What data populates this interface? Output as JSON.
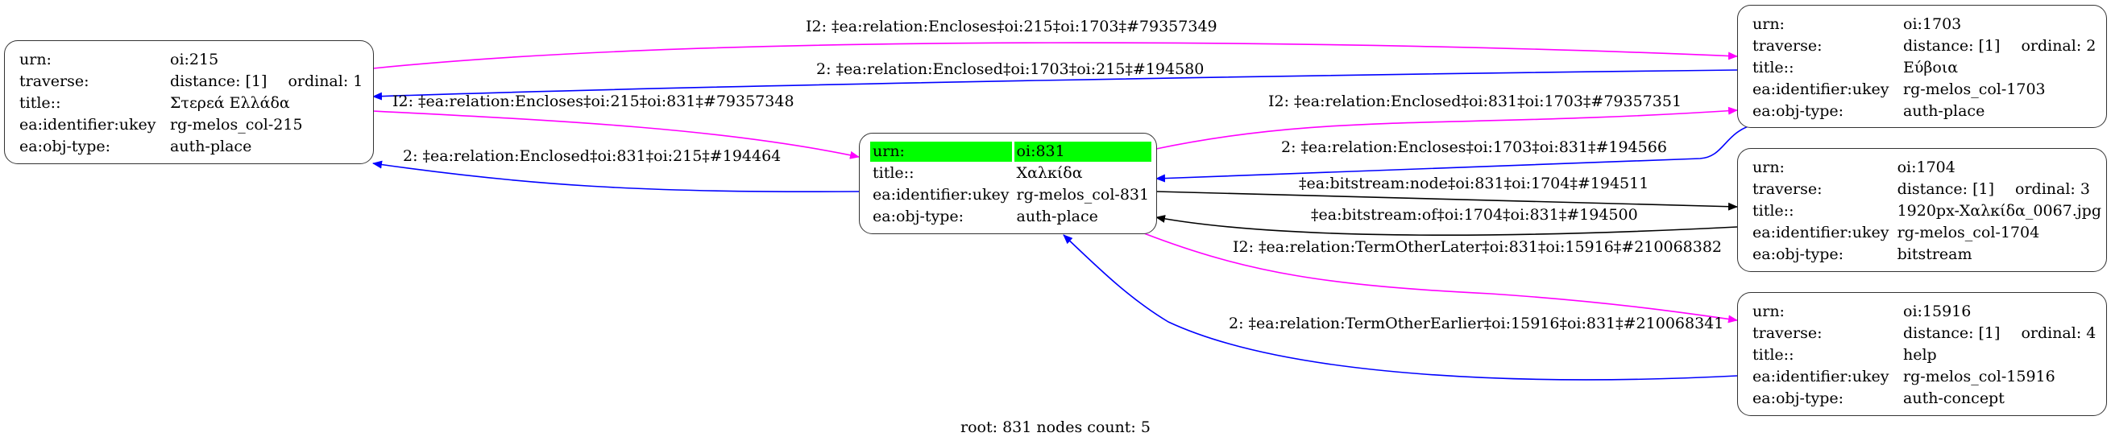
{
  "graph": {
    "footer": "root: 831 nodes count: 5",
    "colors": {
      "magenta": "#ff00ff",
      "blue": "#0000ff",
      "black": "#000000",
      "highlight": "#00ff00",
      "border": "#333333"
    },
    "nodes": {
      "n215": {
        "urn_key": "urn:",
        "urn": "oi:215",
        "traverse_key": "traverse:",
        "distance": "distance: [1]",
        "ordinal": "ordinal: 1",
        "title_key": "title::",
        "title": "Στερεά Ελλάδα",
        "ukey_key": "ea:identifier:ukey",
        "ukey": "rg-melos_col-215",
        "type_key": "ea:obj-type:",
        "type": "auth-place"
      },
      "n831": {
        "urn_key": "urn:",
        "urn": "oi:831",
        "title_key": "title::",
        "title": "Χαλκίδα",
        "ukey_key": "ea:identifier:ukey",
        "ukey": "rg-melos_col-831",
        "type_key": "ea:obj-type:",
        "type": "auth-place"
      },
      "n1703": {
        "urn_key": "urn:",
        "urn": "oi:1703",
        "traverse_key": "traverse:",
        "distance": "distance: [1]",
        "ordinal": "ordinal: 2",
        "title_key": "title::",
        "title": "Εύβοια",
        "ukey_key": "ea:identifier:ukey",
        "ukey": "rg-melos_col-1703",
        "type_key": "ea:obj-type:",
        "type": "auth-place"
      },
      "n1704": {
        "urn_key": "urn:",
        "urn": "oi:1704",
        "traverse_key": "traverse:",
        "distance": "distance: [1]",
        "ordinal": "ordinal: 3",
        "title_key": "title::",
        "title": "1920px-Χαλκίδα_0067.jpg",
        "ukey_key": "ea:identifier:ukey",
        "ukey": "rg-melos_col-1704",
        "type_key": "ea:obj-type:",
        "type": "bitstream"
      },
      "n15916": {
        "urn_key": "urn:",
        "urn": "oi:15916",
        "traverse_key": "traverse:",
        "distance": "distance: [1]",
        "ordinal": "ordinal: 4",
        "title_key": "title::",
        "title": "help",
        "ukey_key": "ea:identifier:ukey",
        "ukey": "rg-melos_col-15916",
        "type_key": "ea:obj-type:",
        "type": "auth-concept"
      }
    },
    "edges": [
      {
        "from": "oi:215",
        "to": "oi:1703",
        "color": "magenta",
        "label": "I2: ‡ea:relation:Encloses‡oi:215‡oi:1703‡#79357349"
      },
      {
        "from": "oi:1703",
        "to": "oi:215",
        "color": "blue",
        "label": "2: ‡ea:relation:Enclosed‡oi:1703‡oi:215‡#194580"
      },
      {
        "from": "oi:215",
        "to": "oi:831",
        "color": "magenta",
        "label": "I2: ‡ea:relation:Encloses‡oi:215‡oi:831‡#79357348"
      },
      {
        "from": "oi:831",
        "to": "oi:215",
        "color": "blue",
        "label": "2: ‡ea:relation:Enclosed‡oi:831‡oi:215‡#194464"
      },
      {
        "from": "oi:831",
        "to": "oi:1703",
        "color": "magenta",
        "label": "I2: ‡ea:relation:Enclosed‡oi:831‡oi:1703‡#79357351"
      },
      {
        "from": "oi:1703",
        "to": "oi:831",
        "color": "blue",
        "label": "2: ‡ea:relation:Encloses‡oi:1703‡oi:831‡#194566"
      },
      {
        "from": "oi:831",
        "to": "oi:1704",
        "color": "black",
        "label": "‡ea:bitstream:node‡oi:831‡oi:1704‡#194511"
      },
      {
        "from": "oi:1704",
        "to": "oi:831",
        "color": "black",
        "label": "‡ea:bitstream:of‡oi:1704‡oi:831‡#194500"
      },
      {
        "from": "oi:831",
        "to": "oi:15916",
        "color": "magenta",
        "label": "I2: ‡ea:relation:TermOtherLater‡oi:831‡oi:15916‡#210068382"
      },
      {
        "from": "oi:15916",
        "to": "oi:831",
        "color": "blue",
        "label": "2: ‡ea:relation:TermOtherEarlier‡oi:15916‡oi:831‡#210068341"
      }
    ]
  }
}
